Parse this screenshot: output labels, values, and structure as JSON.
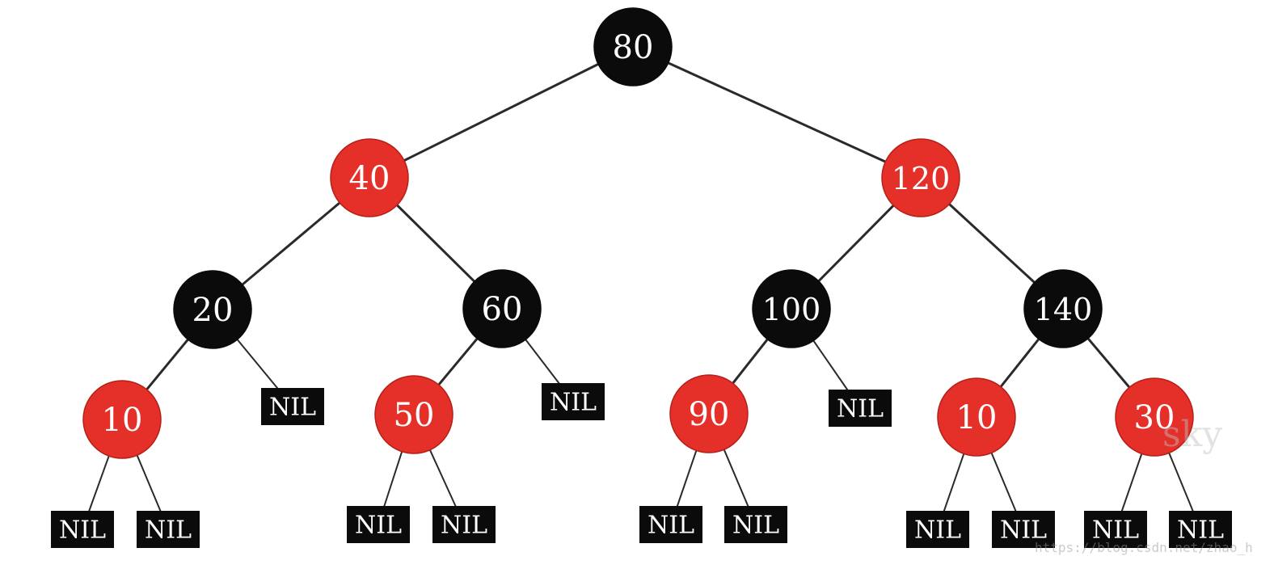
{
  "colors": {
    "black_node": "#0b0b0b",
    "red_node": "#e5302a",
    "red_stroke": "#b52018",
    "nil_box": "#0b0b0b",
    "edge": "#2a2a2a",
    "text": "#ffffff"
  },
  "tree": {
    "root": {
      "label": "80",
      "color": "black",
      "left": {
        "label": "40",
        "color": "red",
        "left": {
          "label": "20",
          "color": "black",
          "left": {
            "label": "10",
            "color": "red",
            "left": {
              "label": "NIL",
              "nil": true
            },
            "right": {
              "label": "NIL",
              "nil": true
            }
          },
          "right": {
            "label": "NIL",
            "nil": true
          }
        },
        "right": {
          "label": "60",
          "color": "black",
          "left": {
            "label": "50",
            "color": "red",
            "left": {
              "label": "NIL",
              "nil": true
            },
            "right": {
              "label": "NIL",
              "nil": true
            }
          },
          "right": {
            "label": "NIL",
            "nil": true
          }
        }
      },
      "right": {
        "label": "120",
        "color": "red",
        "left": {
          "label": "100",
          "color": "black",
          "left": {
            "label": "90",
            "color": "red",
            "left": {
              "label": "NIL",
              "nil": true
            },
            "right": {
              "label": "NIL",
              "nil": true
            }
          },
          "right": {
            "label": "NIL",
            "nil": true
          }
        },
        "right": {
          "label": "140",
          "color": "black",
          "left": {
            "label": "10",
            "color": "red",
            "left": {
              "label": "NIL",
              "nil": true
            },
            "right": {
              "label": "NIL",
              "nil": true
            }
          },
          "right": {
            "label": "30",
            "color": "red",
            "left": {
              "label": "NIL",
              "nil": true
            },
            "right": {
              "label": "NIL",
              "nil": true
            }
          }
        }
      }
    }
  },
  "watermark": {
    "text": "sky",
    "url": "https://blog.csdn.net/zhao_h"
  }
}
